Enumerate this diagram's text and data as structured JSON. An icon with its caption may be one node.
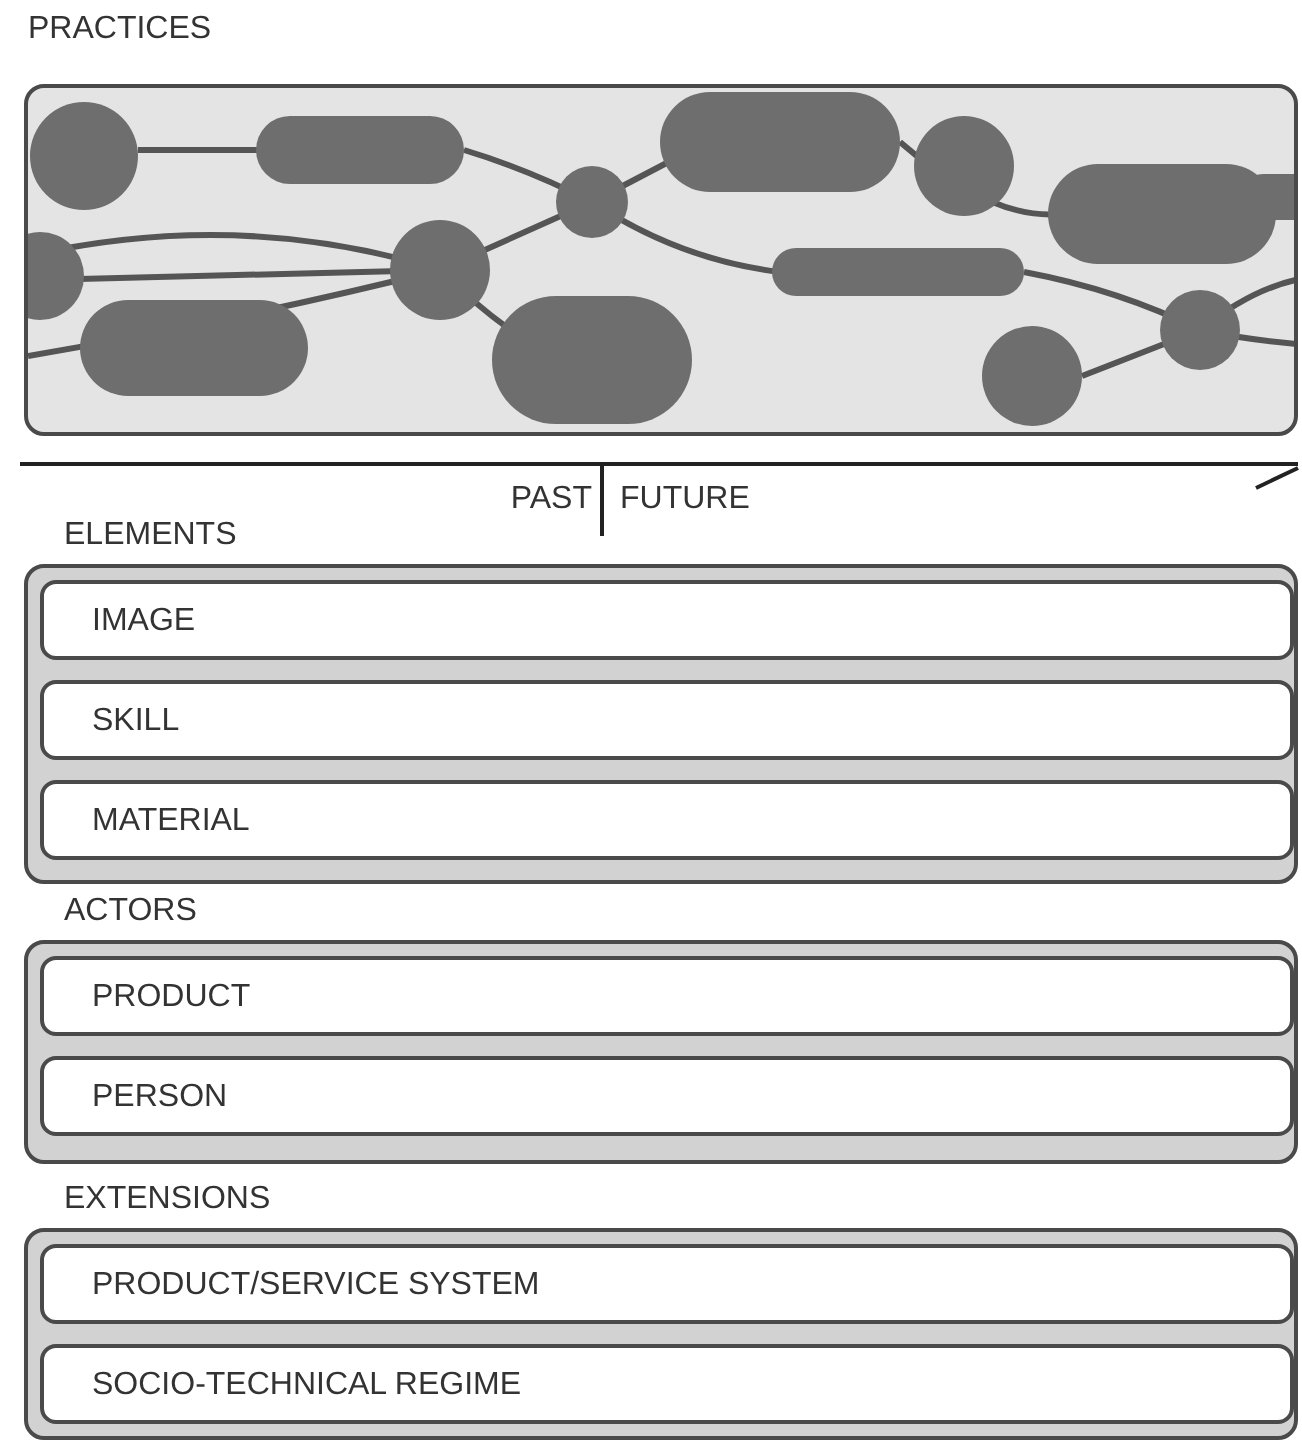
{
  "diagram": {
    "nodes": [
      {
        "text": [
          "PRACTICES"
        ]
      },
      {
        "text": [
          "ELEMENTS"
        ]
      },
      {
        "text": [
          "IMAGE"
        ],
        "in": 1
      },
      {
        "text": [
          "SKILL"
        ],
        "in": 1
      },
      {
        "text": [
          "MATERIAL"
        ],
        "in": 1
      },
      {
        "text": [
          "ACTORS"
        ]
      },
      {
        "text": [
          "PRODUCT"
        ],
        "in": 5
      },
      {
        "text": [
          "PERSON"
        ],
        "in": 5
      },
      {
        "text": [
          "EXTENSIONS"
        ]
      },
      {
        "text": [
          "PRODUCT/SERVICE SYSTEM"
        ],
        "in": 8
      },
      {
        "text": [
          "SOCIO-TECHNICAL REGIME"
        ],
        "in": 8
      }
    ],
    "labels": [
      "PAST",
      "FUTURE"
    ]
  }
}
